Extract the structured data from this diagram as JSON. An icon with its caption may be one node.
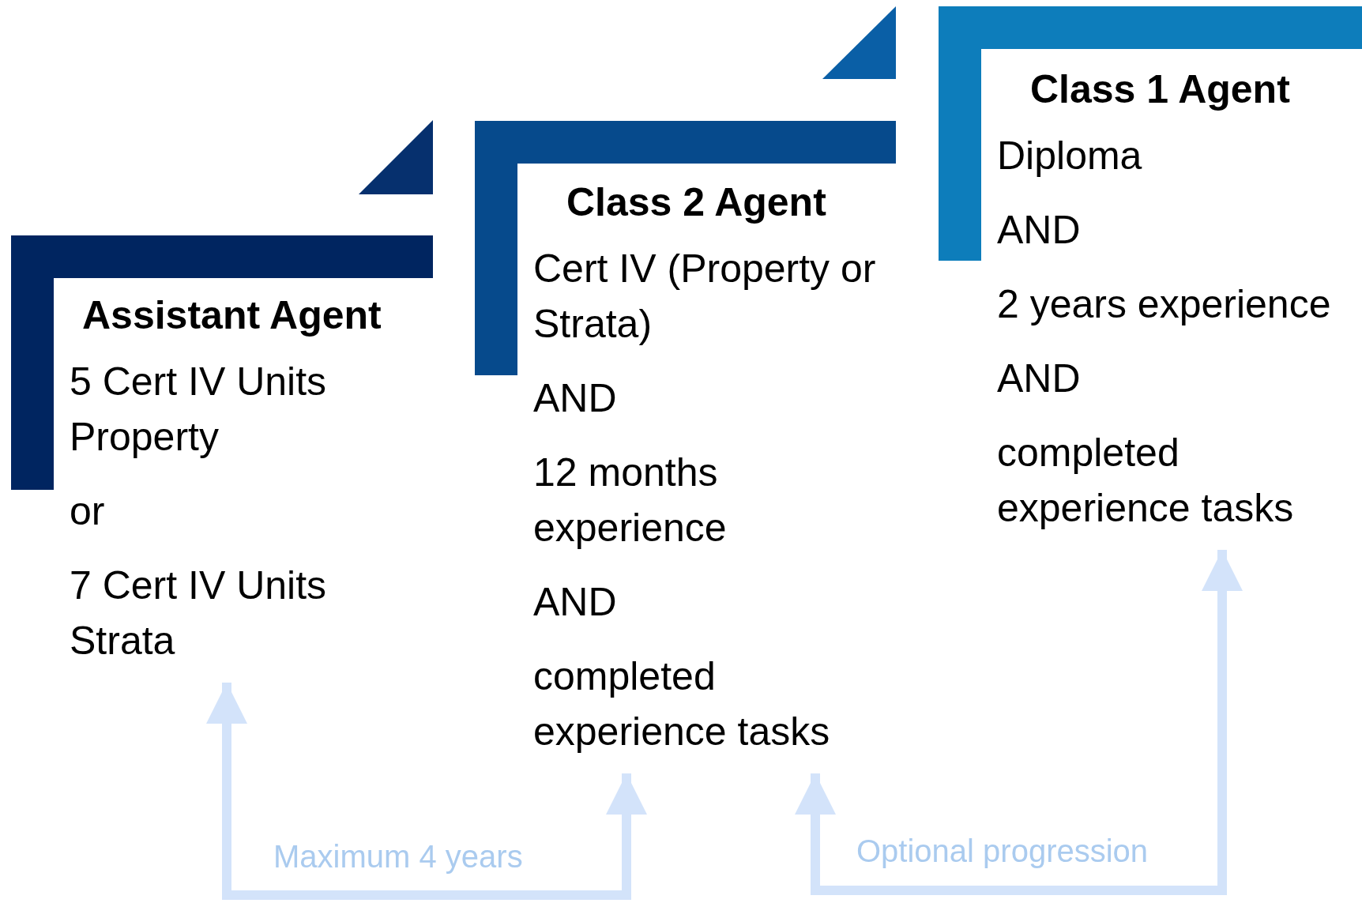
{
  "diagram": {
    "nodes": [
      {
        "text": [
          "Assistant Agent",
          "5 Cert IV Units Property",
          "or",
          "7 Cert IV Units Strata"
        ]
      },
      {
        "text": [
          "Class 2 Agent",
          "Cert IV (Property or Strata)",
          "AND",
          "12 months experience",
          "AND",
          "completed experience tasks"
        ]
      },
      {
        "text": [
          "Class 1 Agent",
          "Diploma",
          "AND",
          "2 years experience",
          "AND",
          "completed experience tasks"
        ]
      }
    ],
    "edges": [
      {
        "from": 0,
        "to": 1,
        "arrow": "both",
        "label": "Maximum 4 years"
      },
      {
        "from": 1,
        "to": 2,
        "arrow": "both",
        "label": "Optional progression"
      }
    ]
  }
}
